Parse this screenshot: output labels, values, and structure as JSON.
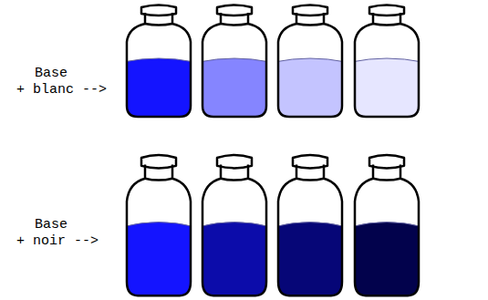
{
  "diagram": {
    "labels": [
      "Base",
      "+ blanc -->",
      "Base",
      "+ noir -->"
    ]
  }
}
